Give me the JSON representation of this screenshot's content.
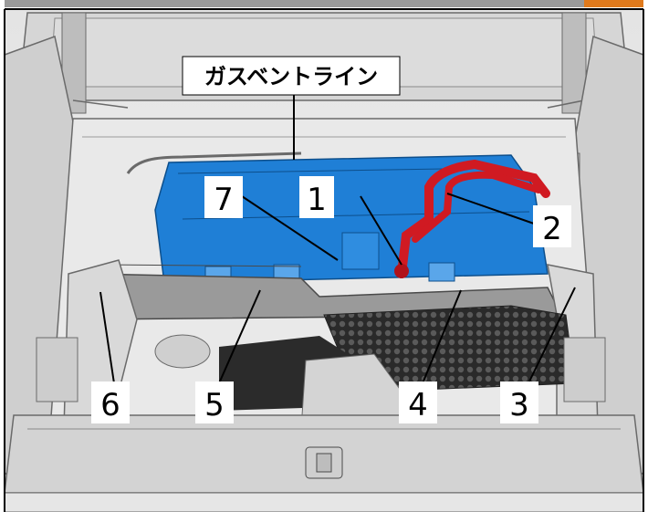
{
  "figure": {
    "callout_title": "ガスベントライン",
    "labels": [
      "1",
      "2",
      "3",
      "4",
      "5",
      "6",
      "7"
    ]
  },
  "colors": {
    "battery": "#1f7fd6",
    "hv_cable": "#d01a22",
    "frame": "#000000",
    "line_art": "#6a6a6a"
  }
}
